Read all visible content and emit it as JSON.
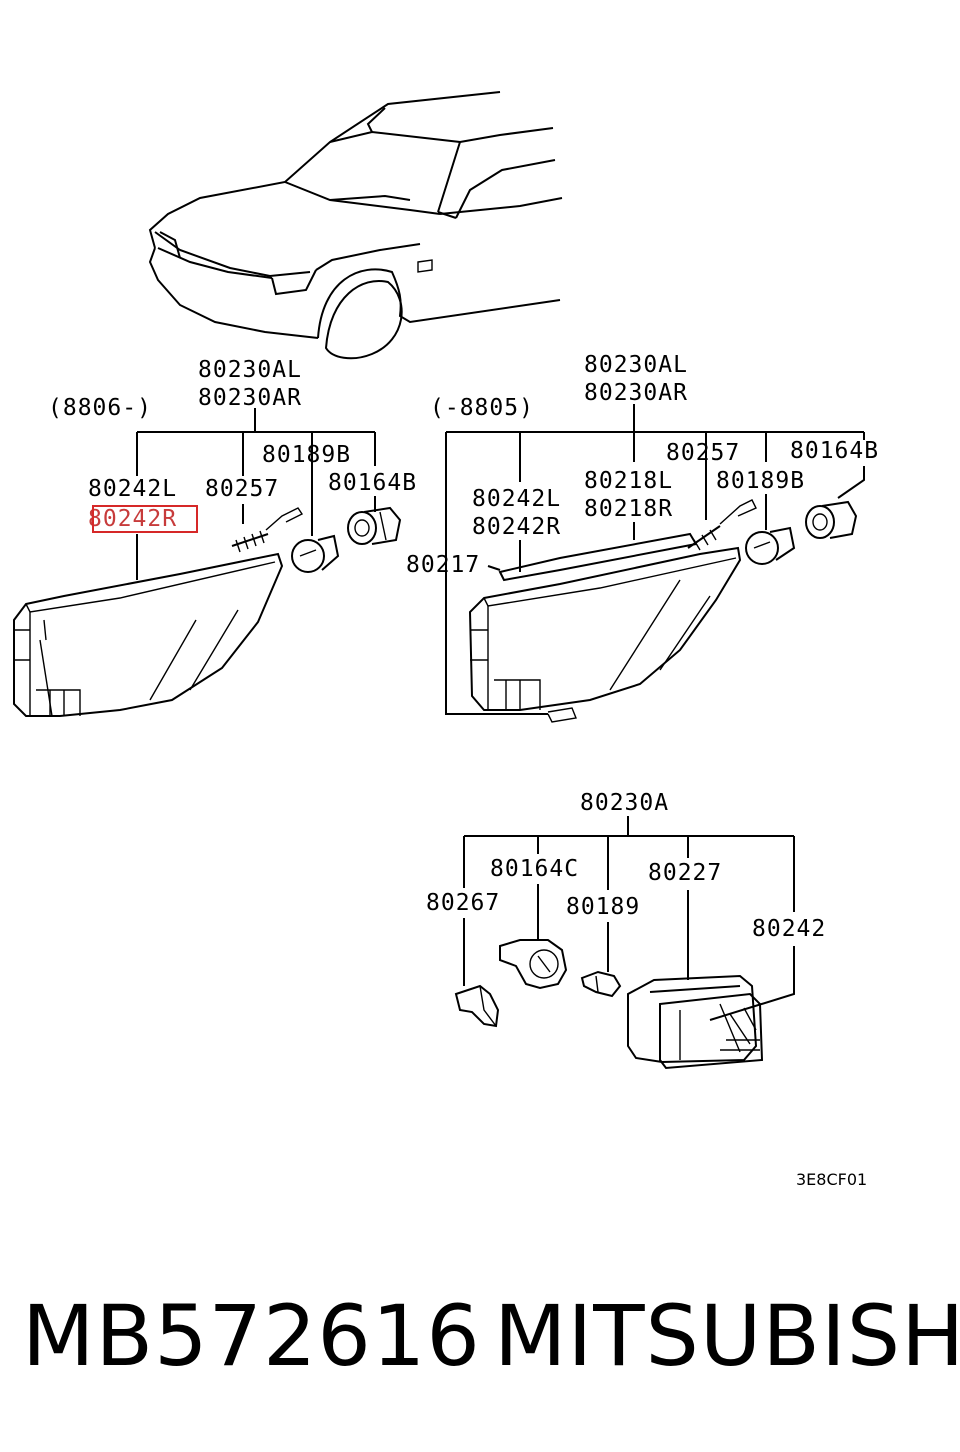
{
  "labels": {
    "left_date": "(8806-)",
    "left_assy_l": "80230AL",
    "left_assy_r": "80230AR",
    "left_bulb_b": "80189B",
    "left_socket_b": "80164B",
    "left_lens_l": "80242L",
    "left_lens_r": "80242R",
    "left_wire": "80257",
    "right_date": "(-8805)",
    "right_assy_l": "80230AL",
    "right_assy_r": "80230AR",
    "right_wire": "80257",
    "right_socket_b": "80164B",
    "right_reflector_l": "80218L",
    "right_reflector_r": "80218R",
    "right_bulb_b": "80189B",
    "right_lens_l": "80242L",
    "right_lens_r": "80242R",
    "right_gasket": "80217",
    "side_assy": "80230A",
    "side_socket": "80164C",
    "side_housing": "80227",
    "side_clip": "80267",
    "side_bulb": "80189",
    "side_lens": "80242"
  },
  "drawing_code": "3E8CF01",
  "highlight": {
    "color": "#d62828"
  },
  "footer": {
    "part_number": "MB572616",
    "brand": "MITSUBISHI"
  }
}
